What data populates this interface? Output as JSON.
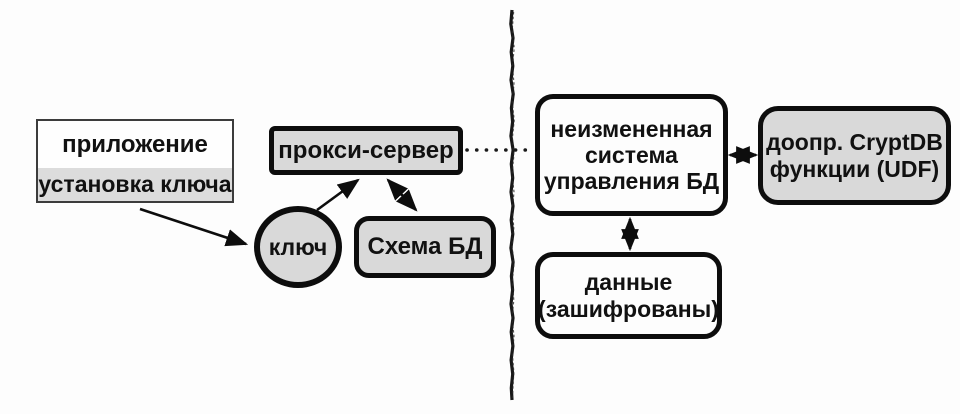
{
  "nodes": {
    "application": {
      "title": "приложение",
      "subtitle": "установка ключа"
    },
    "proxy": {
      "label": "прокси-сервер"
    },
    "key": {
      "label": "ключ"
    },
    "schema": {
      "label": "Схема БД"
    },
    "dbms": {
      "lines": [
        "неизмененная",
        "система",
        "управления БД"
      ]
    },
    "udf": {
      "lines": [
        "доопр. CryptDB",
        "функции (UDF)"
      ]
    },
    "data": {
      "lines": [
        "данные",
        "(зашифрованы)"
      ]
    }
  },
  "colors": {
    "background": "#fdfdfd",
    "node_fill_gray": "#d9d9d9",
    "node_fill_white": "#fdfdfd",
    "stroke_black": "#0d0d0d",
    "app_border_gray": "#3c3c3c",
    "text": "#111111"
  }
}
